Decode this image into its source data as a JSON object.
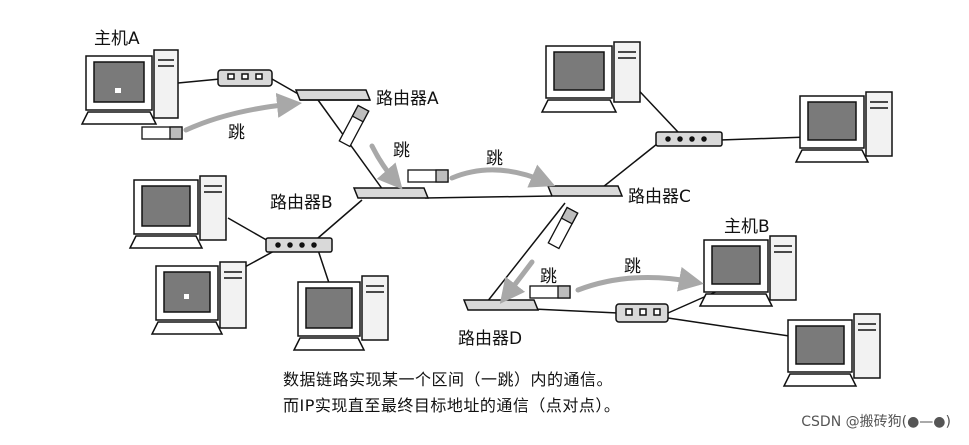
{
  "labels": {
    "host_a": "主机A",
    "host_b": "主机B",
    "router_a": "路由器A",
    "router_b": "路由器B",
    "router_c": "路由器C",
    "router_d": "路由器D"
  },
  "hops": [
    "跳",
    "跳",
    "跳",
    "跳",
    "跳"
  ],
  "caption": {
    "line1": "数据链路实现某一个区间（一跳）内的通信。",
    "line2": "而IP实现直至最终目标地址的通信（点对点）。"
  },
  "watermark": "CSDN @搬砖狗(●—●)",
  "colors": {
    "stroke": "#111111",
    "screen": "#7a7a7a",
    "arrow": "#a8a8a8",
    "device": "#d9d9d9"
  }
}
